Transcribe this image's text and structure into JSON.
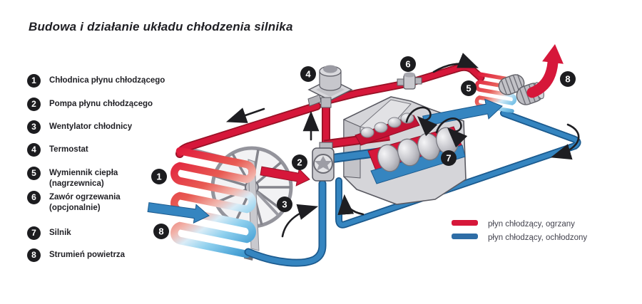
{
  "header": {
    "title": "Budowa i działanie układu chłodzenia silnika"
  },
  "parts_list": {
    "items": [
      {
        "num": "1",
        "label": "Chłodnica płynu chłodzącego",
        "label2": ""
      },
      {
        "num": "2",
        "label": "Pompa płynu chłodzącego",
        "label2": ""
      },
      {
        "num": "3",
        "label": "Wentylator chłodnicy",
        "label2": ""
      },
      {
        "num": "4",
        "label": "Termostat",
        "label2": ""
      },
      {
        "num": "5",
        "label": "Wymiennik ciepła",
        "label2": "(nagrzewnica)"
      },
      {
        "num": "6",
        "label": "Zawór ogrzewania",
        "label2": "(opcjonalnie)"
      },
      {
        "num": "7",
        "label": "Silnik",
        "label2": ""
      },
      {
        "num": "8",
        "label": "Strumień powietrza",
        "label2": ""
      }
    ]
  },
  "diagram": {
    "badges": {
      "b1": "1",
      "b2": "2",
      "b3": "3",
      "b4": "4",
      "b5": "5",
      "b6": "6",
      "b7": "7",
      "b8_air_in": "8",
      "b8_air_out": "8"
    }
  },
  "color_legend": {
    "items": [
      {
        "label": "płyn chłodzący, ogrzany",
        "color": "#d6173a"
      },
      {
        "label": "płyn chłodzący, ochłodzony",
        "color": "#2e6da6"
      }
    ]
  },
  "colors": {
    "hot": "#d6173a",
    "cold": "#3585c0"
  }
}
